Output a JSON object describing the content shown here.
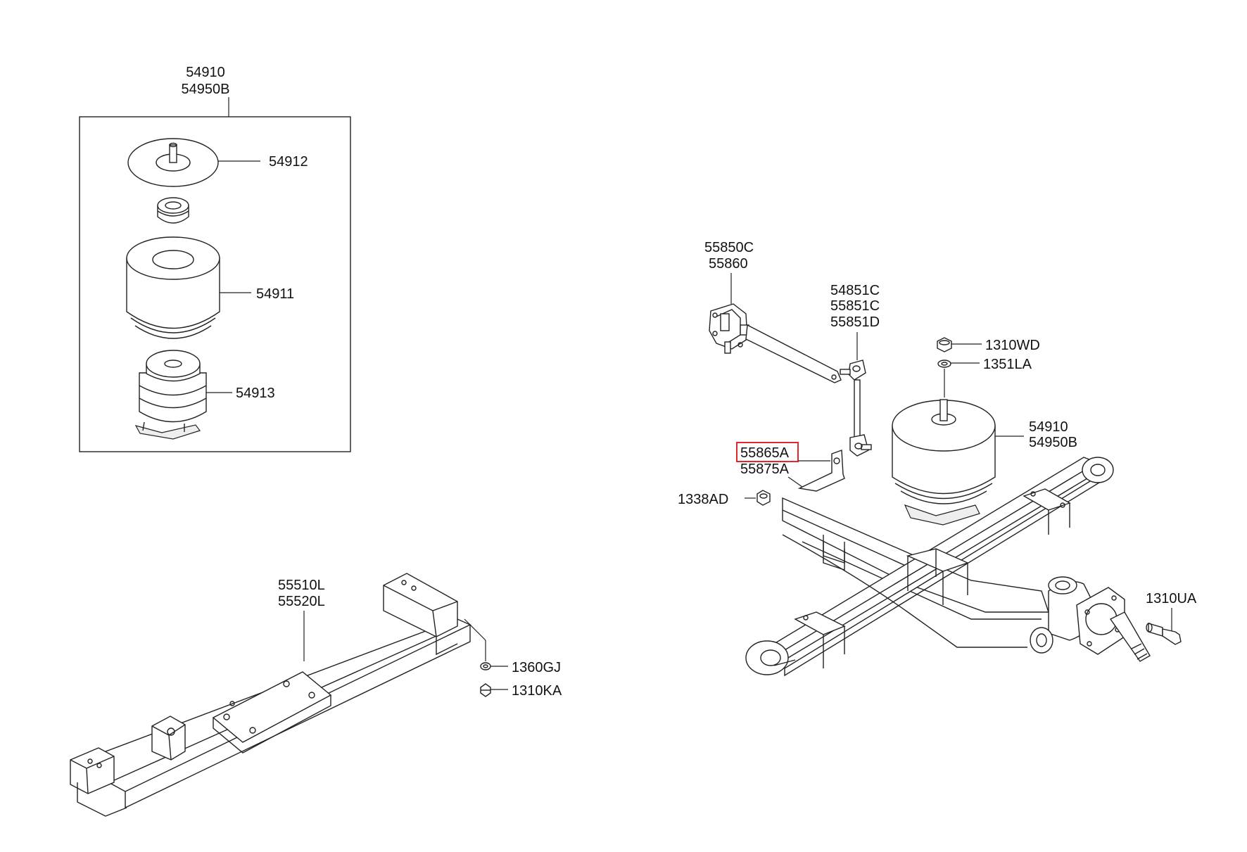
{
  "diagram": {
    "highlight_color": "#e3262b",
    "callouts": {
      "box_top_1": "54910",
      "box_top_2": "54950B",
      "p54912": "54912",
      "p54911": "54911",
      "p54913": "54913",
      "p55850c": "55850C",
      "p55860": "55860",
      "p54851c": "54851C",
      "p55851c": "55851C",
      "p55851d": "55851D",
      "p1310wd": "1310WD",
      "p1351la": "1351LA",
      "p54910_r": "54910",
      "p54950b_r": "54950B",
      "p55865a": "55865A",
      "p55875a": "55875A",
      "p1338ad": "1338AD",
      "p1310ua": "1310UA",
      "p55510l": "55510L",
      "p55520l": "55520L",
      "p1360gj": "1360GJ",
      "p1310ka": "1310KA"
    }
  }
}
